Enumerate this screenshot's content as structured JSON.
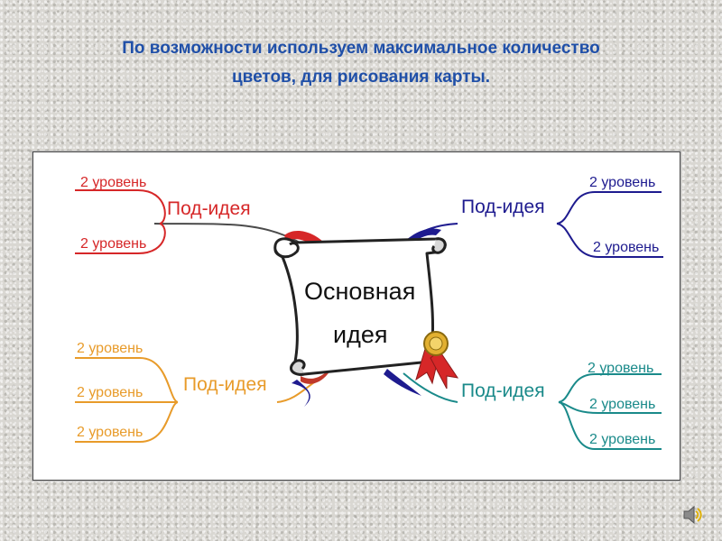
{
  "title": {
    "line1": "По возможности используем максимальное количество",
    "line2": "цветов, для рисования карты."
  },
  "map": {
    "center": {
      "line1": "Основная",
      "line2": "идея"
    },
    "branches": [
      {
        "label": "Под-идея",
        "color": "#d62728",
        "children": [
          "2 уровень",
          "2 уровень"
        ]
      },
      {
        "label": "Под-идея",
        "color": "#1e1b8f",
        "children": [
          "2 уровень",
          "2 уровень"
        ]
      },
      {
        "label": "Под-идея",
        "color": "#e89b2a",
        "children": [
          "2 уровень",
          "2 уровень",
          "2 уровень"
        ]
      },
      {
        "label": "Под-идея",
        "color": "#1a8a8a",
        "children": [
          "2 уровень",
          "2 уровень",
          "2 уровень"
        ]
      }
    ]
  },
  "icons": {
    "speaker": "speaker-icon",
    "seal": "ribbon-seal-icon",
    "scroll": "scroll-icon"
  }
}
